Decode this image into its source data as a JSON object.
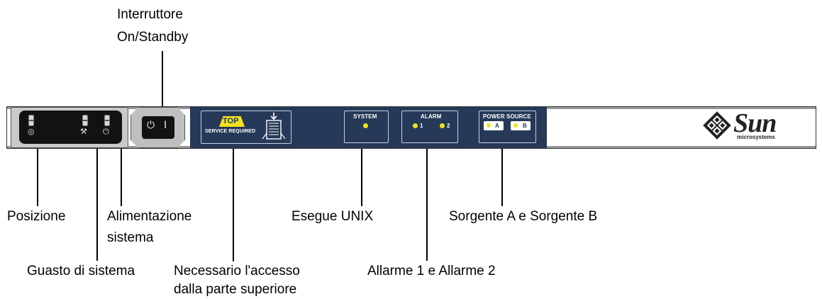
{
  "callouts": {
    "interruttore": "Interruttore",
    "on_standby": "On/Standby",
    "posizione": "Posizione",
    "alimentazione": "Alimentazione",
    "sistema": "sistema",
    "guasto": "Guasto di sistema",
    "necessario_1": "Necessario l'accesso",
    "necessario_2": "dalla parte superiore",
    "esegue_unix": "Esegue UNIX",
    "allarme": "Allarme 1 e Allarme 2",
    "sorgente": "Sorgente A e Sorgente B"
  },
  "panel": {
    "top_badge": "TOP",
    "service_required": "SERVICE REQUIRED",
    "system_title": "SYSTEM",
    "alarm_title": "ALARM",
    "alarm_1": "1",
    "alarm_2": "2",
    "power_source_title": "POWER SOURCE",
    "source_a": "A",
    "source_b": "B",
    "logo": "Sun",
    "logo_sub": "microsystems",
    "power_symbol": "⏻",
    "switch_on": "I",
    "wrench_symbol": "🔧"
  },
  "colors": {
    "panel_navy": "#263958",
    "led_yellow": "#f2e21b",
    "bezel_gray": "#c9c9c9"
  }
}
